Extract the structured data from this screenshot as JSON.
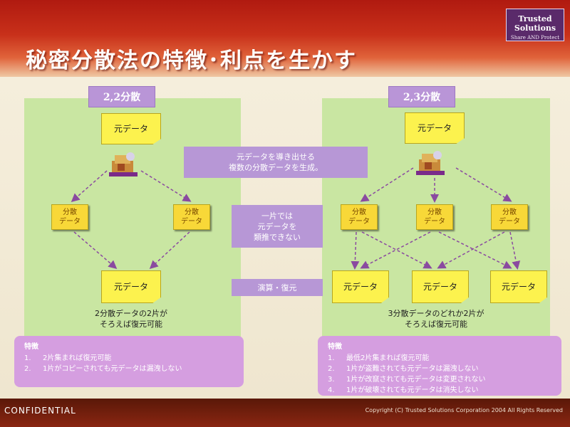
{
  "logo": {
    "line1": "Trusted Solutions",
    "line2": "Share AND Protect"
  },
  "title": "秘密分散法の特徴･利点を生かす",
  "left": {
    "label": "2,2分散",
    "source": "元データ",
    "shares": [
      "分散\nデータ",
      "分散\nデータ"
    ],
    "result": "元データ",
    "caption": "2分散データの2片が\nそろえば復元可能",
    "features": {
      "title": "特徴",
      "items": [
        {
          "num": "1.",
          "text": "2片集まれば復元可能"
        },
        {
          "num": "2.",
          "text": "1片がコピーされても元データは漏洩しない"
        }
      ]
    }
  },
  "right": {
    "label": "2,3分散",
    "source": "元データ",
    "shares": [
      "分散\nデータ",
      "分散\nデータ",
      "分散\nデータ"
    ],
    "results": [
      "元データ",
      "元データ",
      "元データ"
    ],
    "caption": "3分散データのどれか2片が\nそろえば復元可能",
    "features": {
      "title": "特徴",
      "items": [
        {
          "num": "1.",
          "text": "最低2片集まれば復元可能"
        },
        {
          "num": "2.",
          "text": "1片が盗難されても元データは漏洩しない"
        },
        {
          "num": "3.",
          "text": "1片が改竄されても元データは変更されない"
        },
        {
          "num": "4.",
          "text": "1片が破壊されても元データは消失しない"
        }
      ]
    }
  },
  "middle": {
    "box1": "元データを導き出せる\n複数の分散データを生成。",
    "box2": "一片では\n元データを\n類推できない",
    "box3": "演算・復元"
  },
  "footer": {
    "confidential": "CONFIDENTIAL",
    "copyright": "Copyright (C) Trusted Solutions Corporation 2004 All Rights Reserved"
  }
}
